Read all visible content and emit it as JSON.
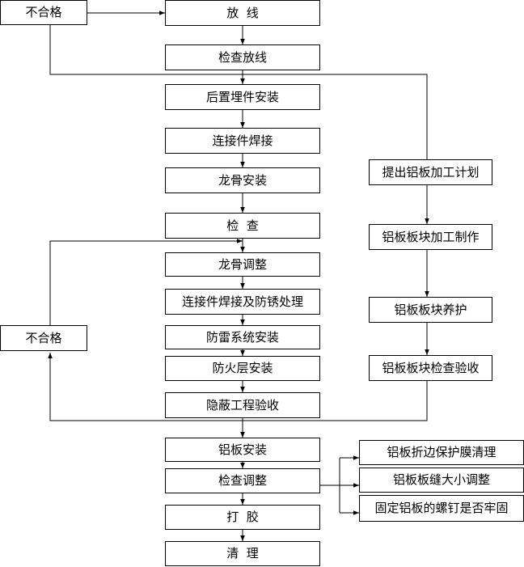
{
  "steps": {
    "fang_xian": "放  线",
    "jian_cha_fang_xian": "检查放线",
    "hou_zhi_mai_jian": "后置埋件安装",
    "lian_jie_jian_han_jie": "连接件焊接",
    "long_gu_an_zhuang": "龙骨安装",
    "jian_cha": "检  查",
    "long_gu_tiao_zheng": "龙骨调整",
    "lian_jie_jian_fang_xiu": "连接件焊接及防锈处理",
    "fang_lei": "防雷系统安装",
    "fang_huo_ceng": "防火层安装",
    "yin_bi_gong_cheng": "隐蔽工程验收",
    "lv_ban_an_zhuang": "铝板安装",
    "jian_cha_tiao_zheng": "检查调整",
    "da_jiao": "打  胶",
    "qing_li": "清  理"
  },
  "side_process": {
    "jia_gong_ji_hua": "提出铝板加工计划",
    "kuai_jia_gong": "铝板板块加工制作",
    "yang_hu": "铝板板块养护",
    "jian_cha_yan_shou": "铝板板块检查验收"
  },
  "checks": {
    "bian_bao_hu_mo": "铝板折边保护膜清理",
    "feng_da_xiao": "铝板板缝大小调整",
    "luo_ding": "固定铝板的螺钉是否牢固"
  },
  "rejects": {
    "top": "不合格",
    "middle": "不合格"
  }
}
